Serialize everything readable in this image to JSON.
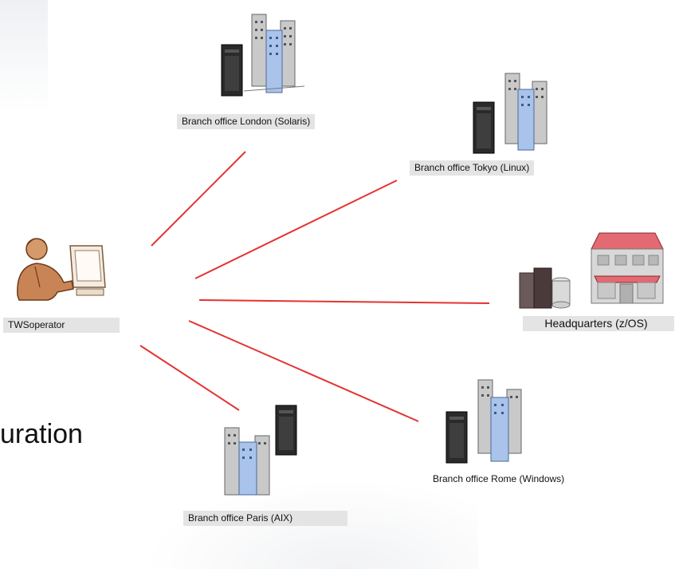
{
  "diagram": {
    "nodes": [
      {
        "id": "operator",
        "label": "TWSoperator"
      },
      {
        "id": "london",
        "label": "Branch office London (Solaris)"
      },
      {
        "id": "tokyo",
        "label": "Branch office Tokyo (Linux)"
      },
      {
        "id": "hq",
        "label": "Headquarters (z/OS)"
      },
      {
        "id": "rome",
        "label": "Branch office Rome (Windows)"
      },
      {
        "id": "paris",
        "label": "Branch office Paris  (AIX)"
      }
    ],
    "edges": [
      {
        "from": "operator",
        "to": "london"
      },
      {
        "from": "operator",
        "to": "tokyo"
      },
      {
        "from": "operator",
        "to": "hq"
      },
      {
        "from": "operator",
        "to": "rome"
      },
      {
        "from": "operator",
        "to": "paris"
      }
    ],
    "edge_color": "#e53333",
    "partial_title": "uration"
  },
  "colors": {
    "label_bg": "#e4e4e4",
    "building_gray": "#c9c9c9",
    "building_blue": "#a9c3ea",
    "server_dark": "#2a2a2a",
    "hq_roof": "#e36a73"
  },
  "icons": {
    "operator": "user-at-computer-icon",
    "branch": "office-buildings-with-server-icon",
    "hq": "headquarters-building-with-mainframe-icon"
  }
}
